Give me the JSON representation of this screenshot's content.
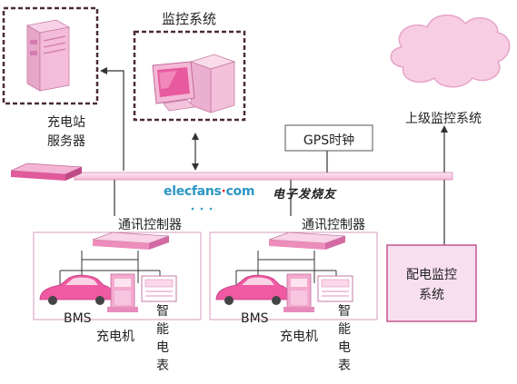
{
  "nodes": {
    "monitor_system": "监控系统",
    "station_server": [
      "充电站",
      "服务器"
    ],
    "upper_monitor": "上级监控系统",
    "gps_clock": "GPS时钟",
    "comm_controller_left": "通讯控制器",
    "comm_controller_right": "通讯控制器",
    "distribution_monitor": [
      "配电监控",
      "系统"
    ],
    "bms_left": "BMS",
    "bms_right": "BMS",
    "charger_left": "充电机",
    "charger_right": "充电机",
    "smart_meter_left": [
      "智",
      "能",
      "电",
      "表"
    ],
    "smart_meter_right": [
      "智",
      "能",
      "电",
      "表"
    ]
  },
  "watermark": {
    "brand": "elecfans",
    "dot": "·",
    "tld": "com",
    "cn": "电子发烧友"
  },
  "colors": {
    "pink": "#e8509a",
    "pink_light": "#f8c8e0",
    "box_fill": "#f7dff0",
    "box_border": "#c0558f",
    "dark_border": "#4a2a3a",
    "line": "#333333"
  }
}
